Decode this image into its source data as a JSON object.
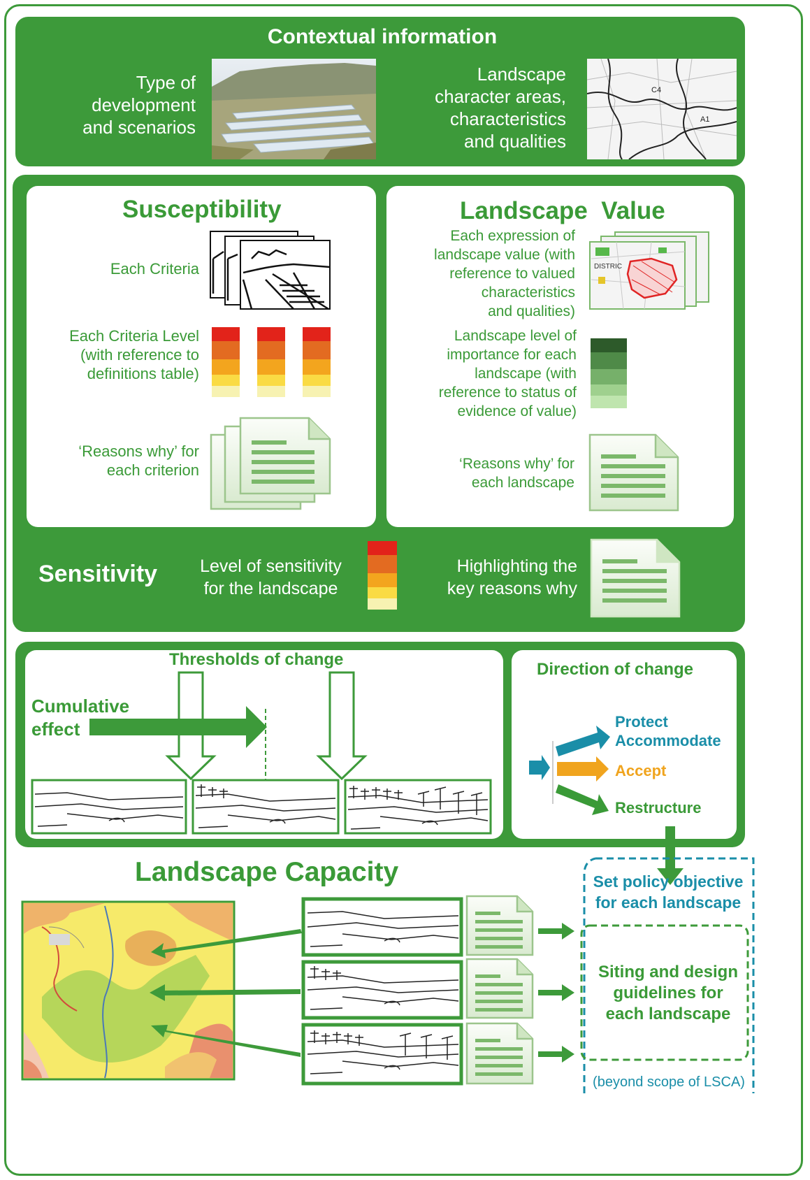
{
  "colors": {
    "green": "#3d9a3a",
    "light_green": "#5cbf4a",
    "teal": "#1a8ea8",
    "orange": "#f0a41e"
  },
  "context": {
    "title": "Contextual information",
    "left_text": [
      "Type of",
      "development",
      "and scenarios"
    ],
    "right_text": [
      "Landscape",
      "character areas,",
      "characteristics",
      "and qualities"
    ],
    "map_labels": [
      "C4",
      "A1"
    ]
  },
  "susceptibility": {
    "title": "Susceptibility",
    "criteria": "Each Criteria",
    "criteria_level": [
      "Each Criteria Level",
      "(with reference to",
      "definitions table)"
    ],
    "reasons": [
      "‘Reasons why’ for",
      "each criterion"
    ]
  },
  "value": {
    "title": "Landscape  Value",
    "expression": [
      "Each expression of",
      "landscape value (with",
      "reference to valued",
      "characteristics",
      "and qualities)"
    ],
    "importance": [
      "Landscape level of",
      "importance for each",
      "landscape (with",
      "reference to status of",
      "evidence of value)"
    ],
    "reasons": [
      "‘Reasons why’ for",
      "each landscape"
    ]
  },
  "sensitivity": {
    "title": "Sensitivity",
    "level": [
      "Level of sensitivity",
      "for the landscape"
    ],
    "highlight": [
      "Highlighting the",
      "key reasons why"
    ]
  },
  "thresholds": {
    "title": "Thresholds of change",
    "cumulative": [
      "Cumulative",
      "effect"
    ]
  },
  "direction": {
    "title": "Direction of change",
    "protect": "Protect",
    "accommodate": "Accommodate",
    "accept": "Accept",
    "restructure": "Restructure"
  },
  "capacity": {
    "title": "Landscape Capacity",
    "policy": [
      "Set policy objective",
      "for each landscape"
    ],
    "siting": [
      "Siting and design",
      "guidelines for",
      "each landscape"
    ],
    "scope": "(beyond scope of LSCA)"
  }
}
